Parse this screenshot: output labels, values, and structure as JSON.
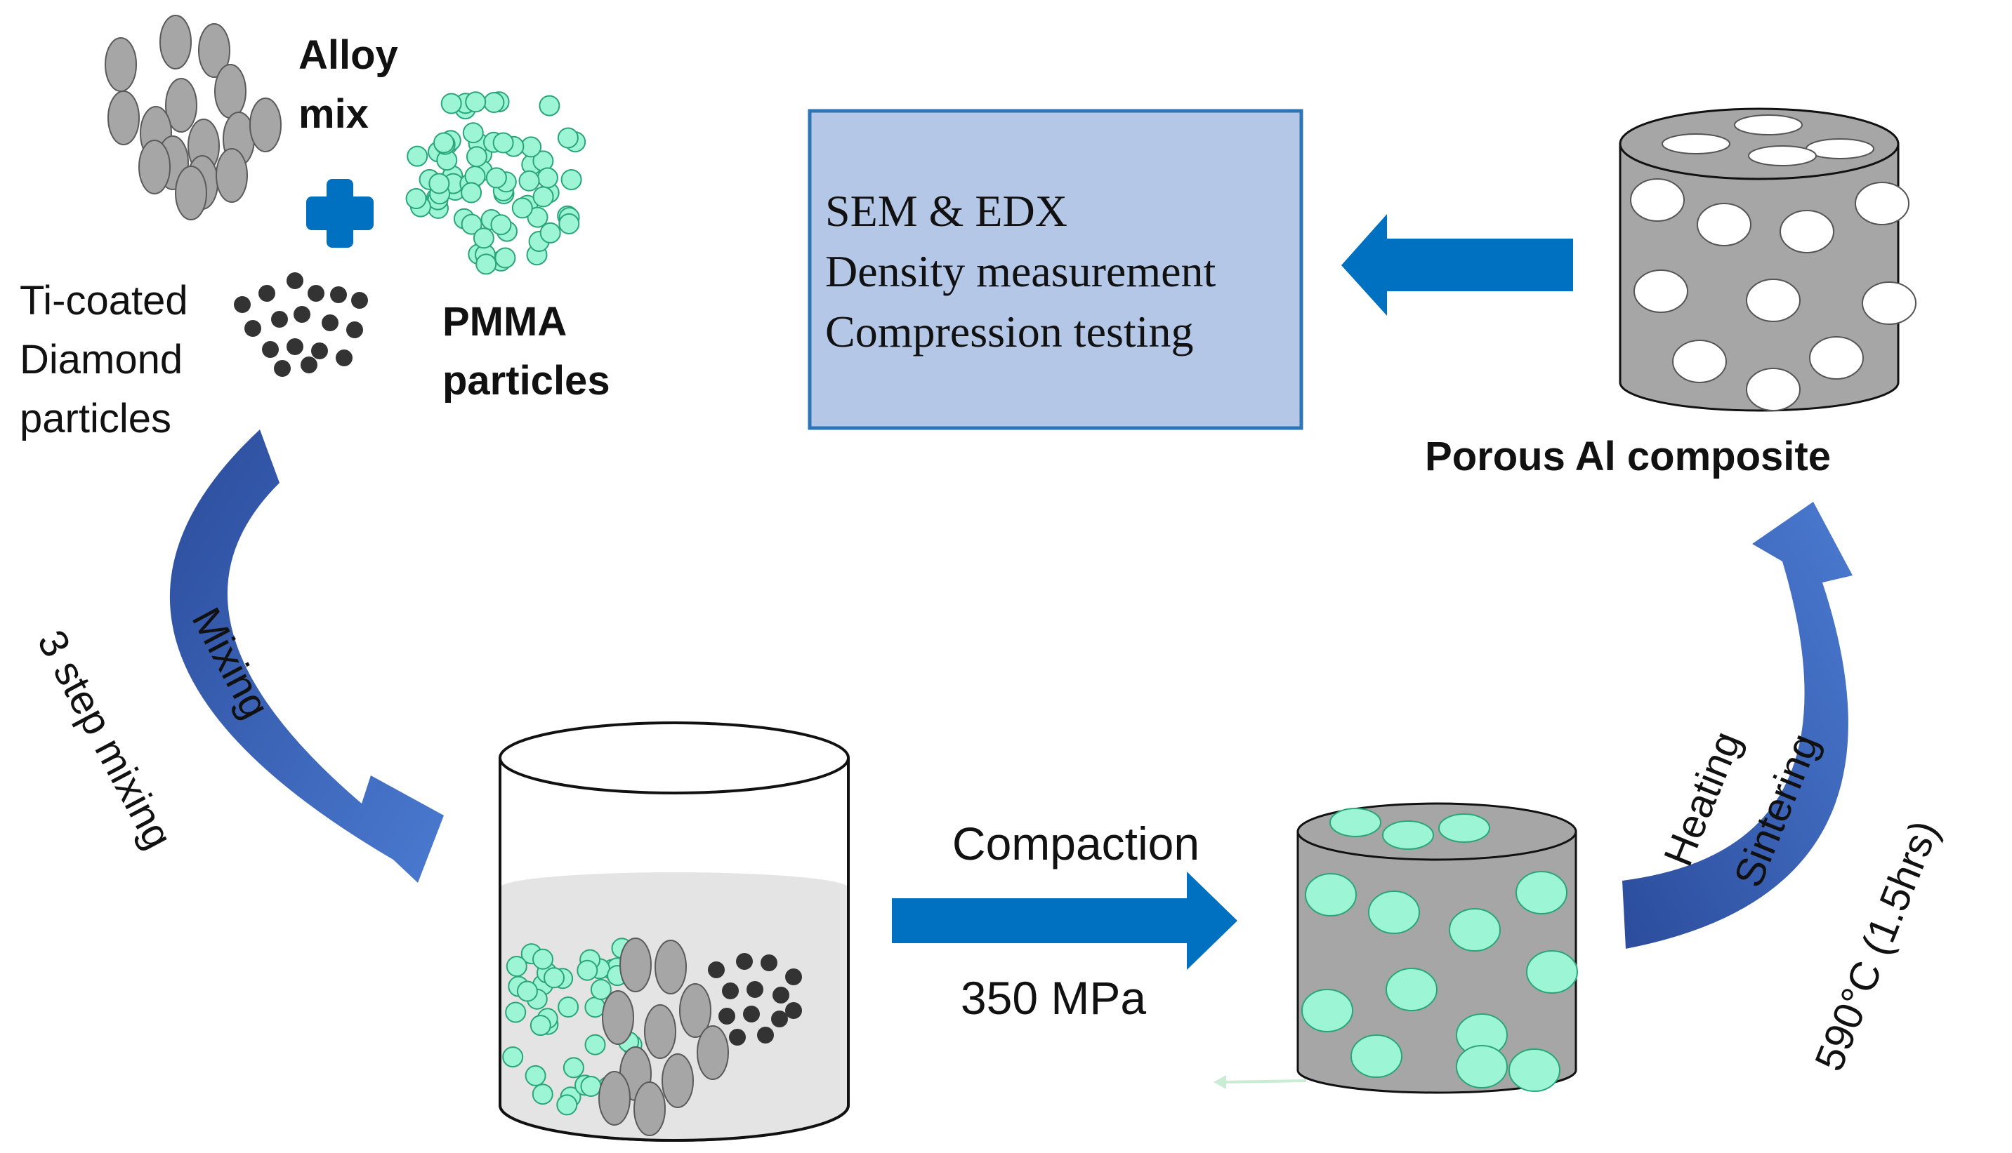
{
  "labels": {
    "alloy_line1": "Alloy",
    "alloy_line2": "mix",
    "diamond_line1": "Ti-coated",
    "diamond_line2": "Diamond",
    "diamond_line3": "particles",
    "pmma_line1": "PMMA",
    "pmma_line2": "particles",
    "mixing": "Mixing",
    "three_step": "3 step mixing",
    "compaction": "Compaction",
    "pressure": "350 MPa",
    "heating": "Heating",
    "sintering": "Sintering",
    "temperature": "590°C (1.5hrs)",
    "porous": "Porous Al composite"
  },
  "tests": {
    "line1": "SEM & EDX",
    "line2": "Density measurement",
    "line3": "Compression testing"
  },
  "colors": {
    "alloy_particle": "#a6a6a6",
    "pmma_particle": "#9cf5d4",
    "diamond_particle": "#333333",
    "arrow_blue": "#0070c0",
    "curved_arrow": "#3a64b8",
    "test_box_fill": "#b4c7e7",
    "test_box_border": "#2e75b6",
    "cylinder_gray": "#a6a6a6",
    "beaker_fill": "#e4e4e4"
  }
}
